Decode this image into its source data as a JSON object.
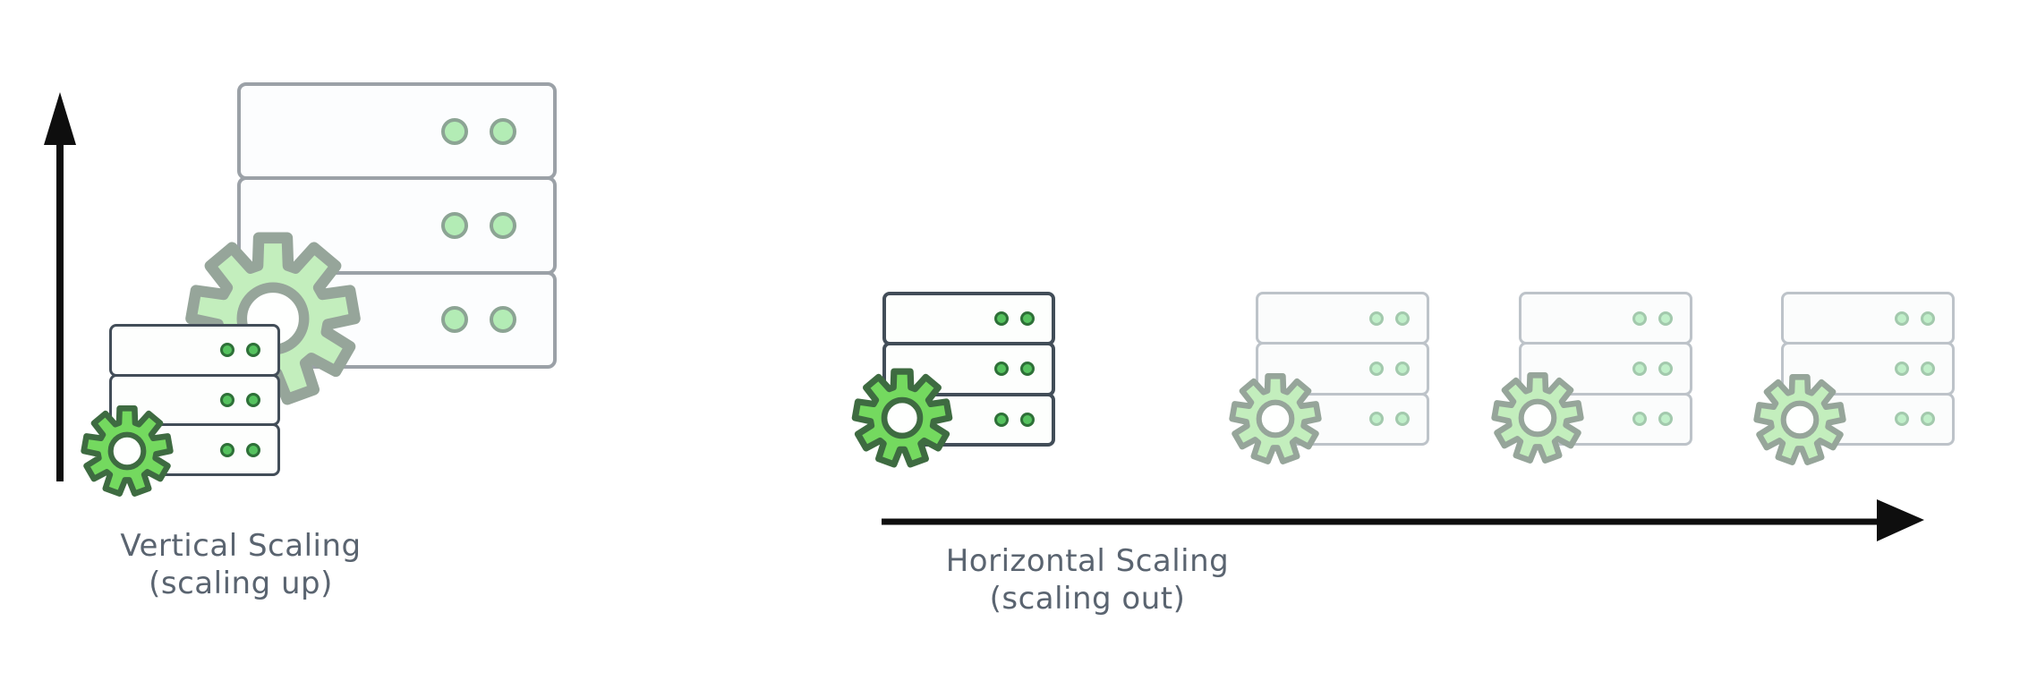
{
  "page": {
    "background": "#ffffff"
  },
  "left_section": {
    "title": "Vertical Scaling",
    "subtitle": "(scaling up)",
    "server_count": 2
  },
  "right_section": {
    "title": "Horizontal Scaling",
    "subtitle": "(scaling out)",
    "active_servers": 1,
    "faded_replica_servers": 3
  },
  "icons": {
    "up_arrow": "up-arrow-icon",
    "right_arrow": "right-arrow-icon",
    "gear": "gear-icon",
    "server": "server-stack-icon",
    "indicator": "indicator-dot-icon"
  },
  "colors": {
    "label": "#5a6470",
    "arrow": "#0e0e0e",
    "server_solid_stroke": "#424d58",
    "server_big_stroke": "#9ba1a7",
    "server_faded_stroke": "#bdc3c9",
    "dot_solid_fill": "#55c25e",
    "dot_solid_stroke": "#2e7038",
    "dot_big_fill": "#b3ecb5",
    "dot_big_stroke": "#8ca494",
    "dot_faded_fill": "#c0efc9",
    "dot_faded_stroke": "#a3c9ad",
    "gear_bright_fill": "#74d95f",
    "gear_bright_stroke": "#3e6b41",
    "gear_pale_fill": "#c3eebd",
    "gear_pale_stroke": "#96a59a"
  }
}
